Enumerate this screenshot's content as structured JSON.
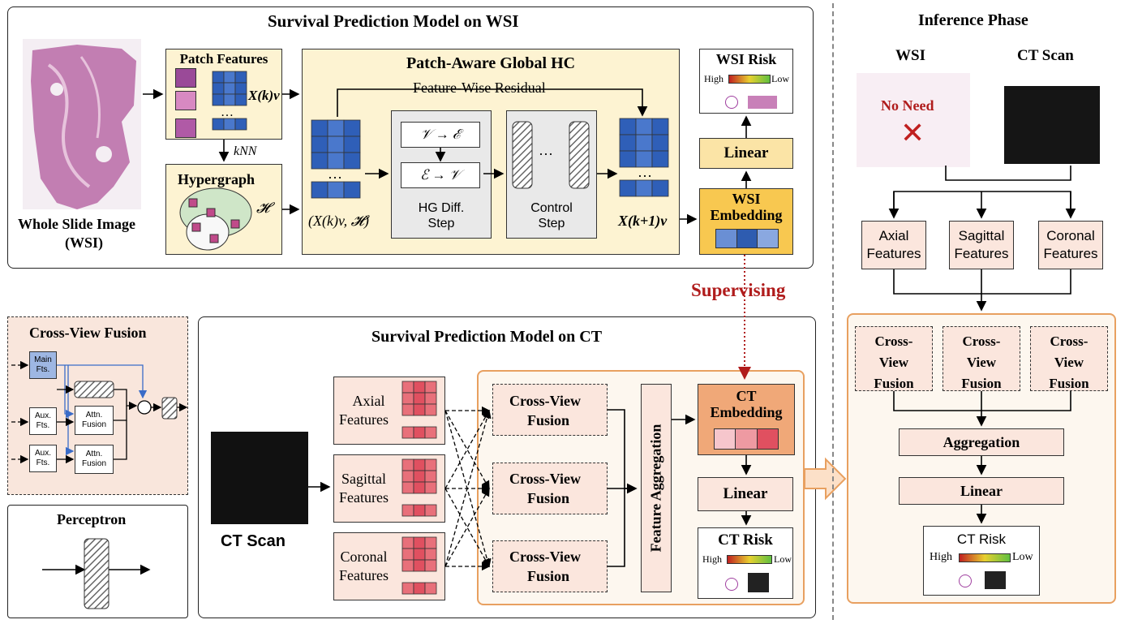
{
  "wsi_model": {
    "title": "Survival Prediction Model on WSI",
    "wsi_caption_line1": "Whole Slide Image",
    "wsi_caption_line2": "(WSI)",
    "patch_features": "Patch Features",
    "xv_k": "X(k)v",
    "knn": "kNN",
    "hypergraph": "Hypergraph",
    "h_symbol": "𝓗",
    "hc_title": "Patch-Aware Global HC",
    "feature_residual": "Feature-Wise Residual",
    "v_to_e": "𝒱 → ℰ",
    "e_to_v": "ℰ → 𝒱",
    "hg_diff_line1": "HG Diff.",
    "hg_diff_line2": "Step",
    "control_line1": "Control",
    "control_line2": "Step",
    "input_label": "(X(k)v, 𝓗)",
    "output_label": "X(k+1)v",
    "ellipsis": "…",
    "dots": "···",
    "wsi_risk": "WSI Risk",
    "high": "High",
    "low": "Low",
    "linear": "Linear",
    "wsi_embedding_line1": "WSI",
    "wsi_embedding_line2": "Embedding"
  },
  "supervising": "Supervising",
  "cross_view_legend": {
    "title": "Cross-View Fusion",
    "main_line1": "Main",
    "main_line2": "Fts.",
    "aux_line1": "Aux.",
    "aux_line2": "Fts.",
    "attn_line1": "Attn.",
    "attn_line2": "Fusion",
    "plus": "+"
  },
  "perceptron": {
    "title": "Perceptron"
  },
  "ct_model": {
    "title": "Survival Prediction Model on CT",
    "ct_scan": "CT Scan",
    "axial_line1": "Axial",
    "sagittal_line1": "Sagittal",
    "coronal_line1": "Coronal",
    "features": "Features",
    "cvf_line1": "Cross-View",
    "cvf_line2": "Fusion",
    "feature_aggregation": "Feature Aggregation",
    "ct_embedding_line1": "CT",
    "ct_embedding_line2": "Embedding",
    "linear": "Linear",
    "ct_risk": "CT Risk",
    "high": "High",
    "low": "Low"
  },
  "inference": {
    "title": "Inference Phase",
    "wsi": "WSI",
    "ct_scan": "CT Scan",
    "no_need": "No Need",
    "axial_line1": "Axial",
    "sagittal_line1": "Sagittal",
    "coronal_line1": "Coronal",
    "features": "Features",
    "cvf_line1": "Cross-",
    "cvf_line2": "View",
    "cvf_line3": "Fusion",
    "aggregation": "Aggregation",
    "linear": "Linear",
    "ct_risk": "CT Risk",
    "high": "High",
    "low": "Low"
  },
  "colors": {
    "panel_tan": "#fdf3d2",
    "box_pink": "#fbe6dd",
    "embedding_yellow": "#fbe4a6",
    "ct_embedding_orange": "#f0a878",
    "grid_blue": "#3f6fc4",
    "grid_red": "#e8707a",
    "supervising_red": "#b01c1c",
    "inference_border": "#e8a060"
  }
}
